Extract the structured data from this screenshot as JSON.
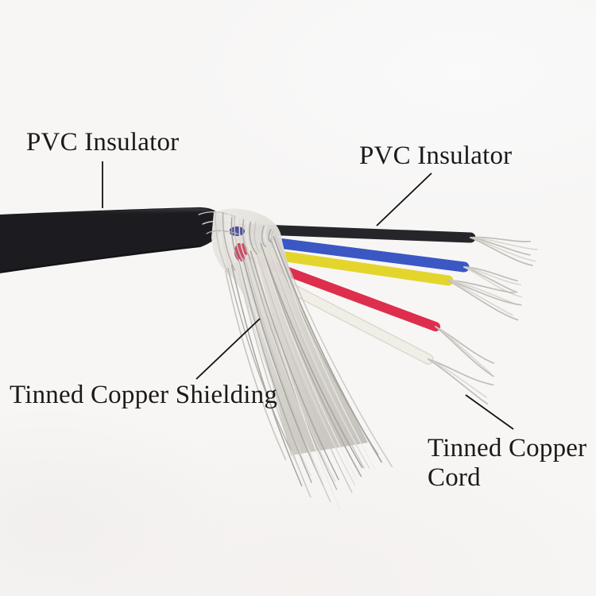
{
  "figure": {
    "type": "annotated product diagram of a multi-core shielded cable",
    "background_color": "#f7f6f5",
    "annotation_color": "#1a1a1a"
  },
  "labels": {
    "pvc_insulator_left": "PVC Insulator",
    "pvc_insulator_right": "PVC Insulator",
    "tinned_copper_shielding": "Tinned Copper Shielding",
    "tinned_copper_cord": "Tinned Copper Cord"
  },
  "cable": {
    "jacket": {
      "name": "outer PVC jacket",
      "color": "#1c1c20"
    },
    "shield": {
      "name": "tinned copper shielding braid",
      "color": "#d8d5d0"
    },
    "strand_color": "#c6c3bd",
    "wires": [
      {
        "name": "black core",
        "color": "#25252a"
      },
      {
        "name": "blue core",
        "color": "#3a57c4"
      },
      {
        "name": "yellow core",
        "color": "#e4d52d"
      },
      {
        "name": "red core",
        "color": "#de2e4e"
      },
      {
        "name": "white core",
        "color": "#f0eee7"
      }
    ]
  }
}
